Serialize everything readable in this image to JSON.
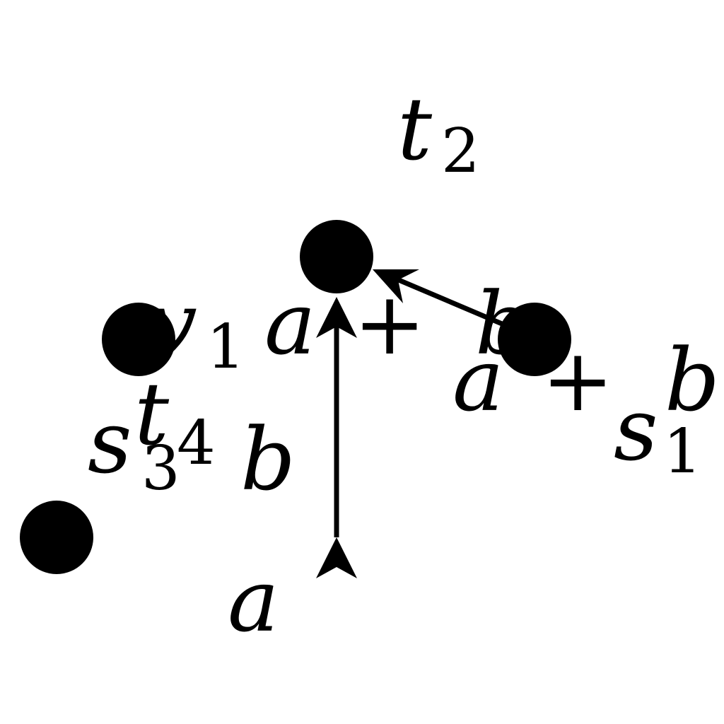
{
  "diagram": {
    "colors": {
      "ink": "#000000",
      "background": "#ffffff"
    },
    "nodes": [
      {
        "id": "center"
      },
      {
        "id": "left"
      },
      {
        "id": "right"
      },
      {
        "id": "bottom-left"
      }
    ],
    "edges": [
      {
        "from": "bottom-source",
        "to": "center",
        "arrow": "both-ends"
      },
      {
        "from": "right",
        "to": "center",
        "arrow": "head"
      }
    ],
    "labels": {
      "t2_base": "t",
      "t2_sub": "2",
      "v1_base": "v",
      "v1_sub": "1",
      "a_plus_b_1": {
        "a": "a",
        "plus": "+",
        "b": "b"
      },
      "a_plus_b_2": {
        "a": "a",
        "plus": "+",
        "b": "b"
      },
      "s1_base": "s",
      "s1_sub": "1",
      "t4_base": "t",
      "t4_sub": "4",
      "s3_base": "s",
      "s3_sub": "3",
      "b_label": "b",
      "a_label": "a"
    }
  }
}
